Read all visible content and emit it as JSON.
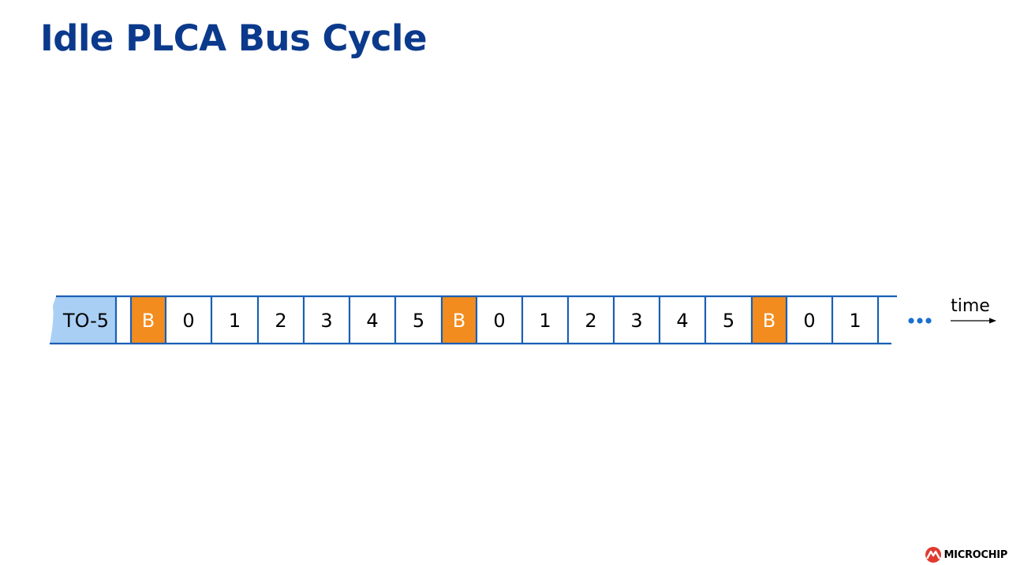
{
  "title": "Idle PLCA Bus Cycle",
  "timeline": {
    "slots": [
      {
        "label": "TO-5",
        "kind": "timeout"
      },
      {
        "label": "",
        "kind": "gap"
      },
      {
        "label": "B",
        "kind": "beacon"
      },
      {
        "label": "0",
        "kind": "node"
      },
      {
        "label": "1",
        "kind": "node"
      },
      {
        "label": "2",
        "kind": "node"
      },
      {
        "label": "3",
        "kind": "node"
      },
      {
        "label": "4",
        "kind": "node"
      },
      {
        "label": "5",
        "kind": "node"
      },
      {
        "label": "B",
        "kind": "beacon"
      },
      {
        "label": "0",
        "kind": "node"
      },
      {
        "label": "1",
        "kind": "node"
      },
      {
        "label": "2",
        "kind": "node"
      },
      {
        "label": "3",
        "kind": "node"
      },
      {
        "label": "4",
        "kind": "node"
      },
      {
        "label": "5",
        "kind": "node"
      },
      {
        "label": "B",
        "kind": "beacon"
      },
      {
        "label": "0",
        "kind": "node"
      },
      {
        "label": "1",
        "kind": "node"
      }
    ],
    "continuation": "•••",
    "time_label": "time"
  },
  "colors": {
    "title": "#0b3a8c",
    "frame": "#1a5fb4",
    "beacon_fill": "#f28c1f",
    "timeout_fill": "#a9cff5",
    "node_text": "#000000",
    "beacon_text": "#ffffff",
    "dots": "#1a6fd0"
  },
  "logo": {
    "text": "MICROCHIP",
    "icon": "microchip-logo-icon"
  }
}
